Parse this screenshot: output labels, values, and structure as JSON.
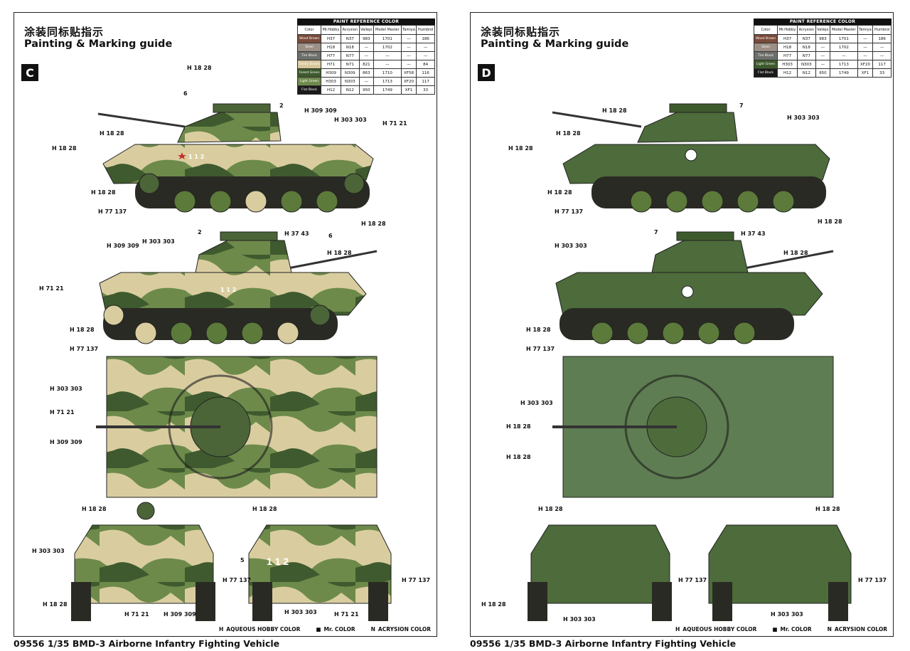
{
  "guide": {
    "title_cn": "涂装同标贴指示",
    "title_en": "Painting & Marking guide"
  },
  "paint_table": {
    "caption": "PAINT REFERENCE COLOR",
    "headers": [
      "Color",
      "Mr.Hobby",
      "Acrysion",
      "Vallejo",
      "Model Master",
      "Tamiya",
      "Humbrol"
    ]
  },
  "sheets": [
    {
      "letter": "C",
      "colors": [
        {
          "swatch": "#7a4b3a",
          "name": "Wood Brown",
          "hobby": "H37",
          "acrysion": "N37",
          "vallejo": "983",
          "mm": "1701",
          "tamiya": "—",
          "humbrol": "186"
        },
        {
          "swatch": "#9c8f86",
          "name": "Steel",
          "hobby": "H18",
          "acrysion": "N18",
          "vallejo": "—",
          "mm": "1702",
          "tamiya": "—",
          "humbrol": "—"
        },
        {
          "swatch": "#6d6f6b",
          "name": "Tire Black",
          "hobby": "H77",
          "acrysion": "N77",
          "vallejo": "—",
          "mm": "—",
          "tamiya": "—",
          "humbrol": "—"
        },
        {
          "swatch": "#d8c79a",
          "name": "Sandy Brown",
          "hobby": "H71",
          "acrysion": "N71",
          "vallejo": "821",
          "mm": "—",
          "tamiya": "—",
          "humbrol": "84"
        },
        {
          "swatch": "#3d5a2c",
          "name": "Forest Green",
          "hobby": "H309",
          "acrysion": "N309",
          "vallejo": "863",
          "mm": "1710",
          "tamiya": "XF58",
          "humbrol": "116"
        },
        {
          "swatch": "#6f8a4e",
          "name": "Light Green",
          "hobby": "H303",
          "acrysion": "N303",
          "vallejo": "—",
          "mm": "1713",
          "tamiya": "XF20",
          "humbrol": "117"
        },
        {
          "swatch": "#1a1a1a",
          "name": "Flat Black",
          "hobby": "H12",
          "acrysion": "N12",
          "vallejo": "950",
          "mm": "1749",
          "tamiya": "XF1",
          "humbrol": "33"
        }
      ]
    },
    {
      "letter": "D",
      "colors": [
        {
          "swatch": "#7a4b3a",
          "name": "Wood Brown",
          "hobby": "H37",
          "acrysion": "N37",
          "vallejo": "983",
          "mm": "1701",
          "tamiya": "—",
          "humbrol": "186"
        },
        {
          "swatch": "#9c8f86",
          "name": "Steel",
          "hobby": "H18",
          "acrysion": "N18",
          "vallejo": "—",
          "mm": "1702",
          "tamiya": "—",
          "humbrol": "—"
        },
        {
          "swatch": "#6d6f6b",
          "name": "Tire Black",
          "hobby": "H77",
          "acrysion": "N77",
          "vallejo": "—",
          "mm": "—",
          "tamiya": "—",
          "humbrol": "—"
        },
        {
          "swatch": "#3d5a2c",
          "name": "Light Green",
          "hobby": "H303",
          "acrysion": "N303",
          "vallejo": "—",
          "mm": "1713",
          "tamiya": "XF20",
          "humbrol": "117"
        },
        {
          "swatch": "#1a1a1a",
          "name": "Flat Black",
          "hobby": "H12",
          "acrysion": "N12",
          "vallejo": "950",
          "mm": "1749",
          "tamiya": "XF1",
          "humbrol": "33"
        }
      ]
    }
  ],
  "legend": {
    "aqueous": "AQUEOUS HOBBY COLOR",
    "mr_color": "Mr. COLOR",
    "acrysion": "ACRYSION COLOR",
    "aqueous_sym": "H",
    "mr_sym": "■",
    "acrysion_sym": "N"
  },
  "callouts": {
    "c_side": [
      "H18 28",
      "H18 28",
      "H18 28",
      "H77 137",
      "H309 309",
      "H303 303",
      "H71 21"
    ],
    "markings": {
      "turret_number": "112",
      "numbers": [
        "2",
        "5",
        "6",
        "7"
      ]
    }
  },
  "footer": {
    "caption": "09556 1/35 BMD-3 Airborne Infantry Fighting Vehicle"
  },
  "palette": {
    "camo_green_dark": "#3f5a2e",
    "camo_green_light": "#6d8a4a",
    "camo_sand": "#d9cda0",
    "olive": "#4d6b3b",
    "olive_top": "#5f7d52"
  }
}
